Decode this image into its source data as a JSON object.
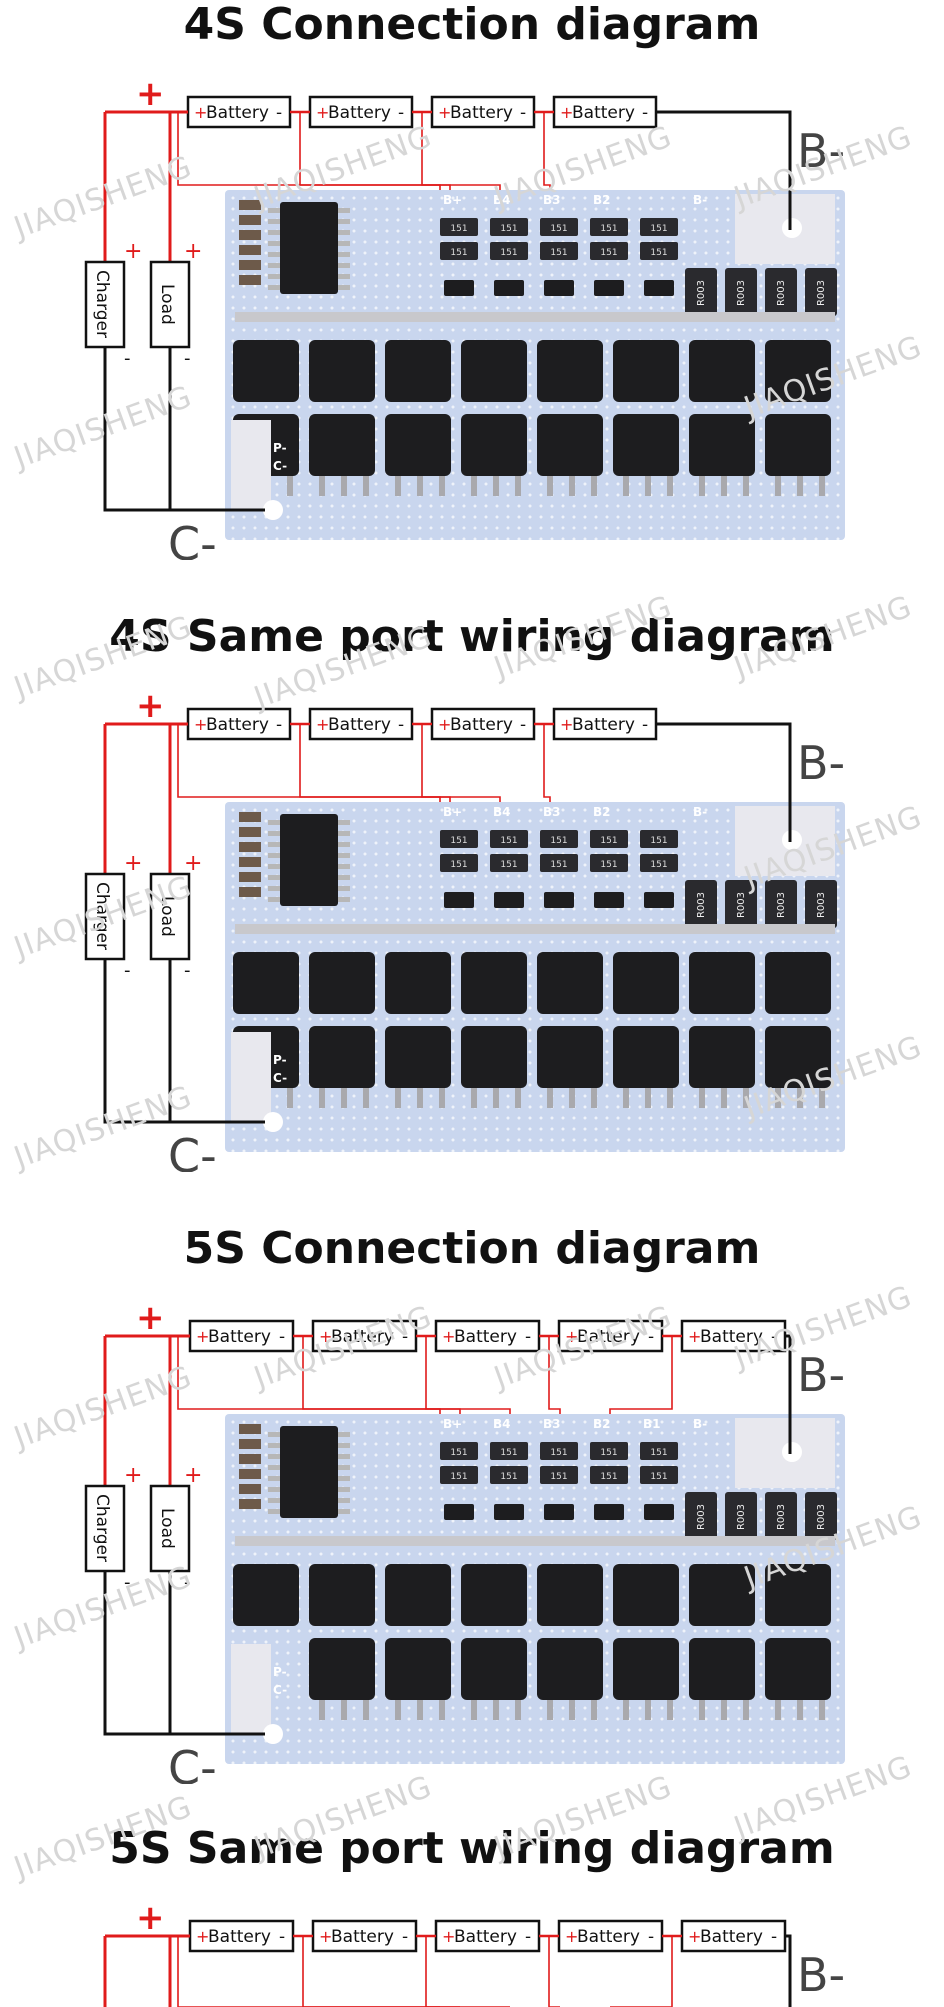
{
  "watermark": "JIAQISHENG",
  "sections": [
    {
      "title": "4S Connection diagram",
      "cells": 4
    },
    {
      "title": "4S Same port wiring diagram",
      "cells": 4
    },
    {
      "title": "5S Connection diagram",
      "cells": 5
    },
    {
      "title": "5S Same port wiring diagram",
      "cells": 5
    }
  ],
  "labels": {
    "battery": "Battery",
    "plus": "+",
    "minus": "-",
    "charger": "Charger",
    "load": "Load",
    "b_minus": "B-",
    "c_minus": "C-",
    "pads": [
      "B+",
      "B4",
      "B3",
      "B2",
      "B1",
      "B-"
    ],
    "p_minus": "P-",
    "c_pad": "C-",
    "resistor_code": "R003",
    "cap_code": "151"
  },
  "colors": {
    "wire_red": "#e01b1b",
    "wire_black": "#111111",
    "pcb_blue": "#c9d6ee",
    "mosfet": "#1d1d1f"
  }
}
